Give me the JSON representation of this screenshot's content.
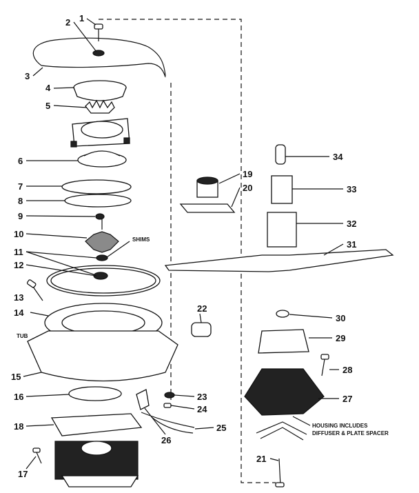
{
  "diagram": {
    "callouts": [
      "1",
      "2",
      "3",
      "4",
      "5",
      "6",
      "7",
      "8",
      "9",
      "10",
      "11",
      "12",
      "13",
      "14",
      "15",
      "16",
      "17",
      "18",
      "19",
      "20",
      "21",
      "22",
      "23",
      "24",
      "25",
      "26",
      "27",
      "28",
      "29",
      "30",
      "31",
      "32",
      "33",
      "34"
    ],
    "annotations": {
      "shims": "SHIMS",
      "tub": "TUB",
      "housing_line1": "HOUSING INCLUDES",
      "housing_line2": "DIFFUSER & PLATE SPACER"
    }
  }
}
